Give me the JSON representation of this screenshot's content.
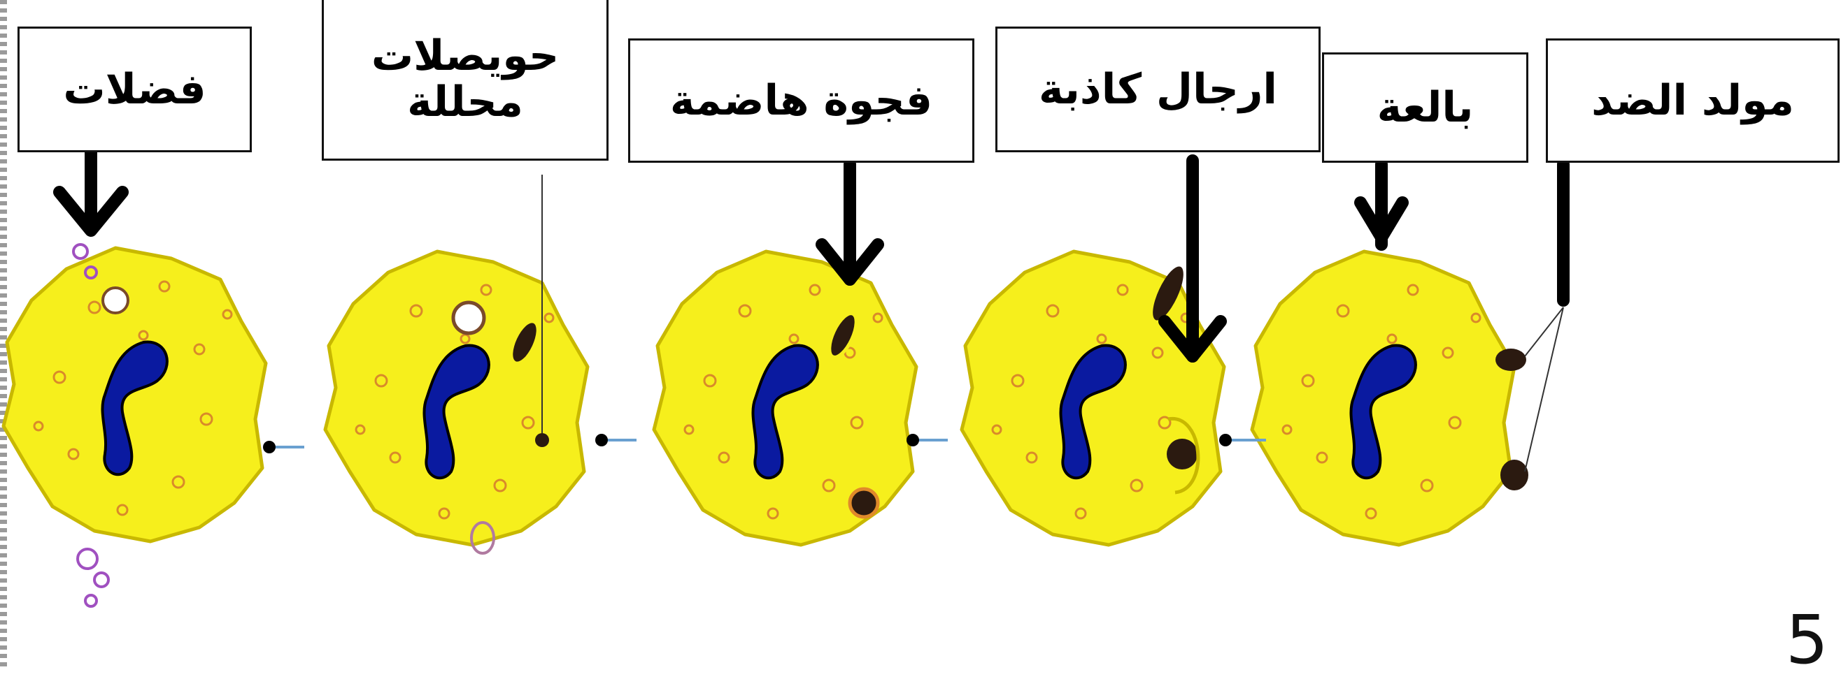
{
  "labels": {
    "waste": "فضلات",
    "vesicles_line1": "حويصلات",
    "vesicles_line2": "محللة",
    "food_vacuole": "فجوة هاضمة",
    "pseudopodia": "ارجال كاذبة",
    "phagocyte": "بالعة",
    "antigen": "مولد الضد"
  },
  "page_number": "5",
  "colors": {
    "cell": "#f6ef1c",
    "cell_outline": "#c8b800",
    "nucleus": "#0a1aa0",
    "arrow": "#000000",
    "particle": "#2b1a10",
    "granule": "#d98a2a"
  }
}
